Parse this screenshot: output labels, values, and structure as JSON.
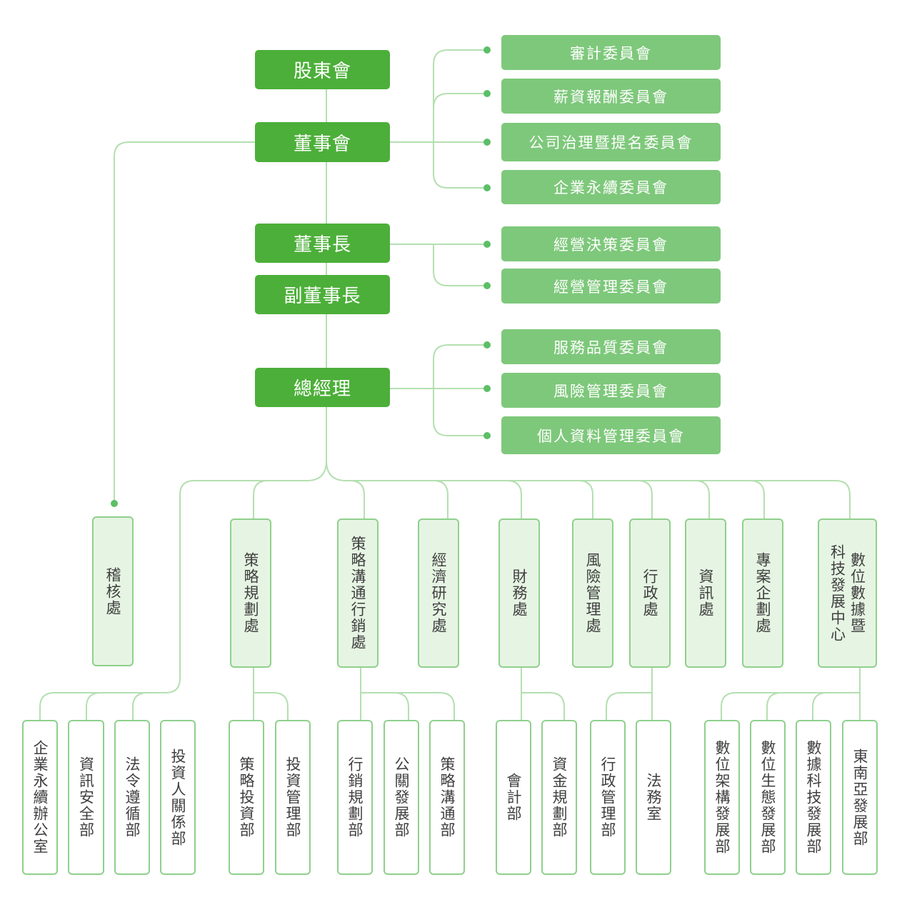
{
  "top": {
    "shareholders": "股東會",
    "board": "董事會",
    "chairman": "董事長",
    "vice_chairman": "副董事長",
    "president": "總經理"
  },
  "committees": {
    "audit": "審計委員會",
    "remuneration": "薪資報酬委員會",
    "governance": "公司治理暨提名委員會",
    "sustainability": "企業永續委員會",
    "business_decision": "經營決策委員會",
    "business_management": "經營管理委員會",
    "service_quality": "服務品質委員會",
    "risk_management": "風險管理委員會",
    "personal_data": "個人資料管理委員會"
  },
  "divisions": {
    "audit": "稽核處",
    "strategy_planning": "策略規劃處",
    "strategic_marketing": "策略溝通行銷處",
    "economic_research": "經濟研究處",
    "finance": "財務處",
    "risk": "風險管理處",
    "admin": "行政處",
    "it": "資訊處",
    "project": "專案企劃處",
    "digital_data": "數位數據暨\n科技發展中心"
  },
  "departments": {
    "sustainability_office": "企業永續辦公室",
    "infosec": "資訊安全部",
    "compliance": "法令遵循部",
    "investor_relations": "投資人關係部",
    "strategic_investment": "策略投資部",
    "investment_management": "投資管理部",
    "marketing_planning": "行銷規劃部",
    "pr_development": "公關發展部",
    "strategic_communication": "策略溝通部",
    "accounting": "會計部",
    "fund_planning": "資金規劃部",
    "admin_management": "行政管理部",
    "legal": "法務室",
    "digital_architecture": "數位架構發展部",
    "digital_ecosystem": "數位生態發展部",
    "data_tech": "數據科技發展部",
    "sea_development": "東南亞發展部"
  },
  "colors": {
    "main_box": "#4caf39",
    "committee_box": "#7ec87b",
    "division_fill": "#e6f5e3",
    "outline": "#8fd08c",
    "line": "#b4dfb0",
    "dot": "#5cbf67",
    "dark_text": "#3f3f3f"
  }
}
